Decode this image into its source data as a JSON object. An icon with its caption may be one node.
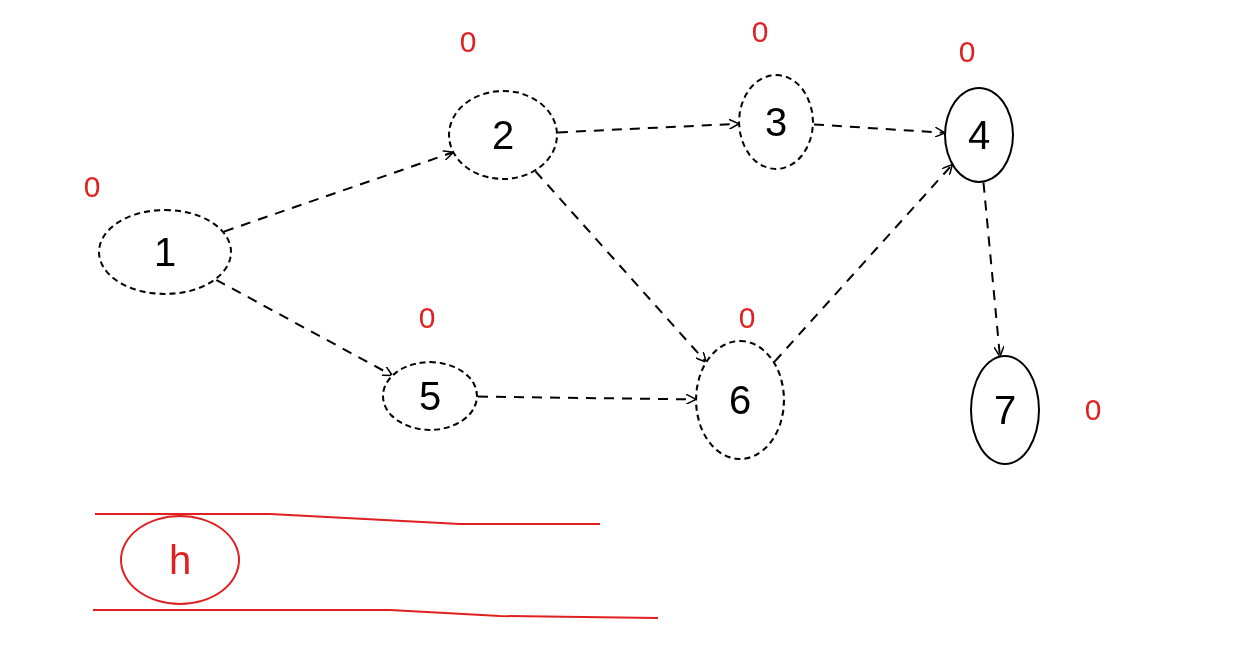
{
  "diagram": {
    "nodes": [
      {
        "text": [
          "1"
        ],
        "beside": [
          "0"
        ]
      },
      {
        "text": [
          "2"
        ],
        "beside": [
          "0"
        ]
      },
      {
        "text": [
          "3"
        ],
        "beside": [
          "0"
        ]
      },
      {
        "text": [
          "4"
        ],
        "beside": [
          "0"
        ]
      },
      {
        "text": [
          "5"
        ],
        "beside": [
          "0"
        ]
      },
      {
        "text": [
          "6"
        ],
        "beside": [
          "0"
        ]
      },
      {
        "text": [
          "7"
        ],
        "beside": [
          "0"
        ]
      },
      {
        "text": [
          "h"
        ]
      }
    ],
    "edges": [
      {
        "from": 0,
        "to": 1,
        "arrow": "to"
      },
      {
        "from": 0,
        "to": 4,
        "arrow": "to"
      },
      {
        "from": 1,
        "to": 2,
        "arrow": "to"
      },
      {
        "from": 1,
        "to": 5,
        "arrow": "to"
      },
      {
        "from": 2,
        "to": 3,
        "arrow": "to"
      },
      {
        "from": 4,
        "to": 5,
        "arrow": "to"
      },
      {
        "from": 5,
        "to": 3,
        "arrow": "to"
      },
      {
        "from": 3,
        "to": 6,
        "arrow": "to"
      }
    ]
  }
}
